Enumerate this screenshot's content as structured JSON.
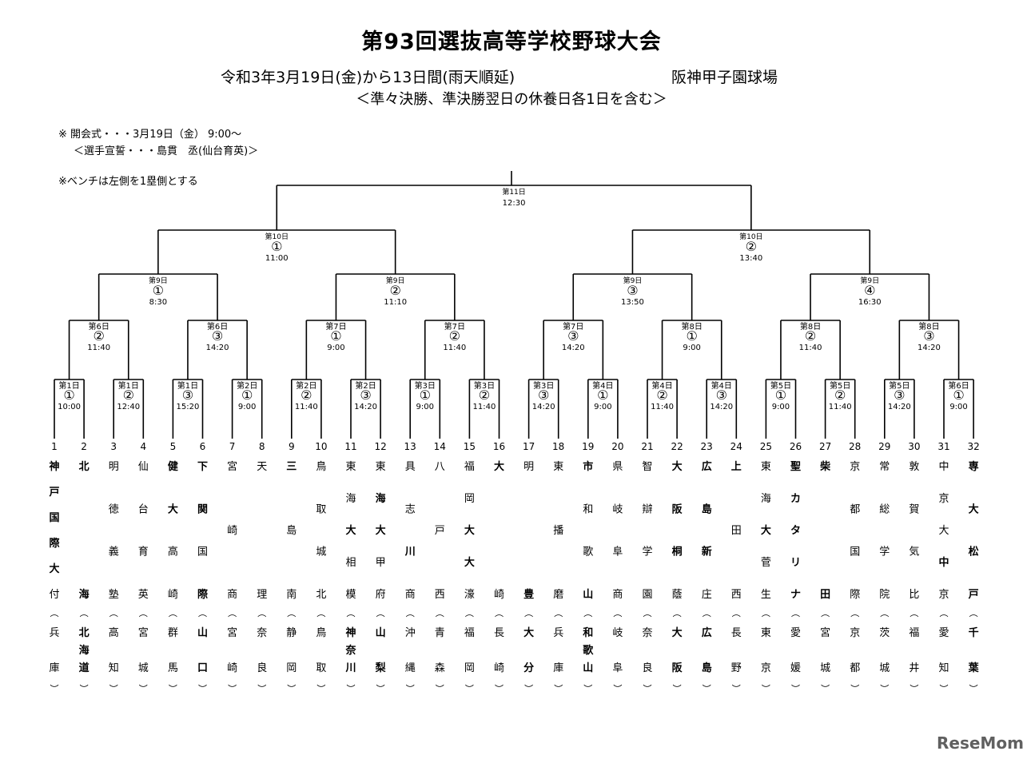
{
  "title": "第93回選抜高等学校野球大会",
  "subtitle": "令和3年3月19日(金)から13日間(雨天順延)",
  "venue": "阪神甲子園球場",
  "subtitle2": "＜準々決勝、準決勝翌日の休養日各1日を含む＞",
  "notes": {
    "opening": "※ 開会式・・・3月19日（金） 9:00～",
    "oath": "＜選手宣誓・・・島貫　丞(仙台育英)＞",
    "bench": "※ベンチは左側を1塁側とする"
  },
  "logo": "ReseMom",
  "rounds": {
    "r1": [
      {
        "day": "第1日",
        "game": "①",
        "time": "10:00"
      },
      {
        "day": "第1日",
        "game": "②",
        "time": "12:40"
      },
      {
        "day": "第1日",
        "game": "③",
        "time": "15:20"
      },
      {
        "day": "第2日",
        "game": "①",
        "time": "9:00"
      },
      {
        "day": "第2日",
        "game": "②",
        "time": "11:40"
      },
      {
        "day": "第2日",
        "game": "③",
        "time": "14:20"
      },
      {
        "day": "第3日",
        "game": "①",
        "time": "9:00"
      },
      {
        "day": "第3日",
        "game": "②",
        "time": "11:40"
      },
      {
        "day": "第3日",
        "game": "③",
        "time": "14:20"
      },
      {
        "day": "第4日",
        "game": "①",
        "time": "9:00"
      },
      {
        "day": "第4日",
        "game": "②",
        "time": "11:40"
      },
      {
        "day": "第4日",
        "game": "③",
        "time": "14:20"
      },
      {
        "day": "第5日",
        "game": "①",
        "time": "9:00"
      },
      {
        "day": "第5日",
        "game": "②",
        "time": "11:40"
      },
      {
        "day": "第5日",
        "game": "③",
        "time": "14:20"
      },
      {
        "day": "第6日",
        "game": "①",
        "time": "9:00"
      }
    ],
    "r2": [
      {
        "day": "第6日",
        "game": "②",
        "time": "11:40"
      },
      {
        "day": "第6日",
        "game": "③",
        "time": "14:20"
      },
      {
        "day": "第7日",
        "game": "①",
        "time": "9:00"
      },
      {
        "day": "第7日",
        "game": "②",
        "time": "11:40"
      },
      {
        "day": "第7日",
        "game": "③",
        "time": "14:20"
      },
      {
        "day": "第8日",
        "game": "①",
        "time": "9:00"
      },
      {
        "day": "第8日",
        "game": "②",
        "time": "11:40"
      },
      {
        "day": "第8日",
        "game": "③",
        "time": "14:20"
      }
    ],
    "qf": [
      {
        "day": "第9日",
        "game": "①",
        "time": "8:30"
      },
      {
        "day": "第9日",
        "game": "②",
        "time": "11:10"
      },
      {
        "day": "第9日",
        "game": "③",
        "time": "13:50"
      },
      {
        "day": "第9日",
        "game": "④",
        "time": "16:30"
      }
    ],
    "sf": [
      {
        "day": "第10日",
        "game": "①",
        "time": "11:00"
      },
      {
        "day": "第10日",
        "game": "②",
        "time": "13:40"
      }
    ],
    "final": [
      {
        "day": "第11日",
        "game": "",
        "time": "12:30"
      }
    ]
  },
  "teams": [
    {
      "num": "1",
      "name": "神戸国際大付",
      "pref": "兵庫"
    },
    {
      "num": "2",
      "name": "北海",
      "pref": "北海道"
    },
    {
      "num": "3",
      "name": "明徳義塾",
      "pref": "高知"
    },
    {
      "num": "4",
      "name": "仙台育英",
      "pref": "宮城"
    },
    {
      "num": "5",
      "name": "健大高崎",
      "pref": "群馬"
    },
    {
      "num": "6",
      "name": "下関国際",
      "pref": "山口"
    },
    {
      "num": "7",
      "name": "宮崎商",
      "pref": "宮崎"
    },
    {
      "num": "8",
      "name": "天理",
      "pref": "奈良"
    },
    {
      "num": "9",
      "name": "三島南",
      "pref": "静岡"
    },
    {
      "num": "10",
      "name": "鳥取城北",
      "pref": "鳥取"
    },
    {
      "num": "11",
      "name": "東海大相模",
      "pref": "神奈川"
    },
    {
      "num": "12",
      "name": "東海大甲府",
      "pref": "山梨"
    },
    {
      "num": "13",
      "name": "具志川商",
      "pref": "沖縄"
    },
    {
      "num": "14",
      "name": "八戸西",
      "pref": "青森"
    },
    {
      "num": "15",
      "name": "福岡大大濠",
      "pref": "福岡"
    },
    {
      "num": "16",
      "name": "大崎",
      "pref": "長崎"
    },
    {
      "num": "17",
      "name": "明豊",
      "pref": "大分"
    },
    {
      "num": "18",
      "name": "東播磨",
      "pref": "兵庫"
    },
    {
      "num": "19",
      "name": "市和歌山",
      "pref": "和歌山"
    },
    {
      "num": "20",
      "name": "県岐阜商",
      "pref": "岐阜"
    },
    {
      "num": "21",
      "name": "智辯学園",
      "pref": "奈良"
    },
    {
      "num": "22",
      "name": "大阪桐蔭",
      "pref": "大阪"
    },
    {
      "num": "23",
      "name": "広島新庄",
      "pref": "広島"
    },
    {
      "num": "24",
      "name": "上田西",
      "pref": "長野"
    },
    {
      "num": "25",
      "name": "東海大菅生",
      "pref": "東京"
    },
    {
      "num": "26",
      "name": "聖カタリナ",
      "pref": "愛媛"
    },
    {
      "num": "27",
      "name": "柴田",
      "pref": "宮城"
    },
    {
      "num": "28",
      "name": "京都国際",
      "pref": "京都"
    },
    {
      "num": "29",
      "name": "常総学院",
      "pref": "茨城"
    },
    {
      "num": "30",
      "name": "敦賀気比",
      "pref": "福井"
    },
    {
      "num": "31",
      "name": "中京大中京",
      "pref": "愛知"
    },
    {
      "num": "32",
      "name": "専大松戸",
      "pref": "千葉"
    }
  ]
}
